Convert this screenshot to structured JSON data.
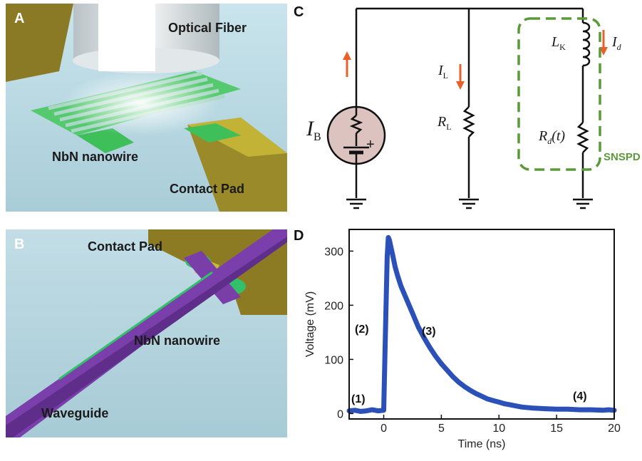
{
  "panel_a": {
    "letter": "A",
    "labels": {
      "optical_fiber": "Optical Fiber",
      "nanowire": "NbN nanowire",
      "contact_pad": "Contact Pad"
    }
  },
  "panel_b": {
    "letter": "B",
    "labels": {
      "contact_pad": "Contact Pad",
      "nanowire": "NbN nanowire",
      "waveguide": "Waveguide"
    }
  },
  "panel_c": {
    "letter": "C",
    "labels": {
      "ib_main": "I",
      "ib_sub": "B",
      "il_main": "I",
      "il_sub": "L",
      "rl_main": "R",
      "rl_sub": "L",
      "lk_main": "L",
      "lk_sub": "K",
      "id_main": "I",
      "id_sub": "d",
      "rd_main": "R",
      "rd_sub": "d",
      "rd_arg": "(t)",
      "plus": "+",
      "snspd": "SNSPD"
    },
    "colors": {
      "arrow": "#e8602c",
      "dashed_box": "#5a9a3a",
      "source_fill": "#dcc3c0"
    }
  },
  "panel_d": {
    "letter": "D",
    "annotations": [
      "(1)",
      "(2)",
      "(3)",
      "(4)"
    ]
  },
  "chart_data": {
    "type": "line",
    "title": "",
    "xlabel": "Time (ns)",
    "ylabel": "Voltage (mV)",
    "xlim": [
      -3,
      20
    ],
    "ylim": [
      -10,
      340
    ],
    "xticks": [
      0,
      5,
      10,
      15,
      20
    ],
    "yticks": [
      0,
      100,
      200,
      300
    ],
    "line_color": "#2b50b8",
    "series": [
      {
        "x": [
          -3,
          -2.5,
          -2,
          -1.5,
          -1,
          -0.5,
          0,
          0.1,
          0.2,
          0.3,
          0.4,
          0.5,
          0.6,
          0.8,
          1,
          1.2,
          1.5,
          2,
          2.5,
          3,
          3.5,
          4,
          4.5,
          5,
          5.5,
          6,
          6.5,
          7,
          7.5,
          8,
          8.5,
          9,
          9.5,
          10,
          10.5,
          11,
          11.5,
          12,
          13,
          14,
          15,
          16,
          17,
          18,
          19,
          19.5,
          20
        ],
        "values": [
          5,
          6,
          4,
          5,
          7,
          5,
          6,
          100,
          200,
          290,
          325,
          320,
          310,
          290,
          270,
          255,
          235,
          210,
          185,
          160,
          140,
          122,
          106,
          92,
          80,
          68,
          58,
          50,
          43,
          37,
          32,
          27,
          24,
          21,
          18,
          16,
          14,
          12,
          10,
          9,
          8,
          8,
          7,
          7,
          6,
          7,
          6
        ]
      }
    ]
  }
}
